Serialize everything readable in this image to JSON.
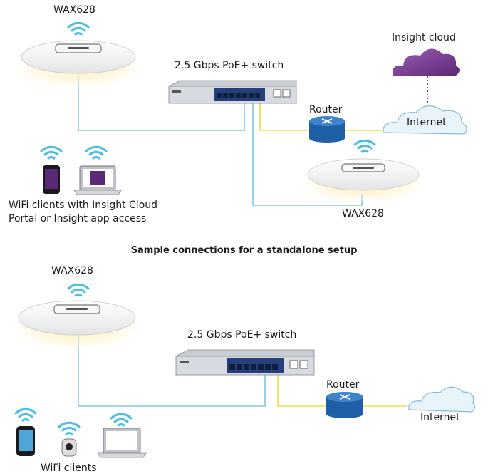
{
  "top": {
    "ap_label": "WAX628",
    "switch_label": "2.5 Gbps PoE+ switch",
    "cloud_label": "Insight cloud",
    "router_label": "Router",
    "internet_label": "Internet",
    "ap2_label": "WAX628",
    "clients_label": "WiFi clients with Insight Cloud\nPortal or Insight app access"
  },
  "bottom": {
    "heading": "Sample connections for a standalone setup",
    "ap_label": "WAX628",
    "switch_label": "2.5 Gbps PoE+ switch",
    "router_label": "Router",
    "internet_label": "Internet",
    "clients_label": "WiFi clients"
  },
  "colors": {
    "ethernet_link": "#7fc6e6",
    "uplink": "#f2e25a",
    "cloud_link": "#7a3d91",
    "wifi": "#46bfe0",
    "router": "#1f5fa8",
    "switch_panel": "#253f7a",
    "insight_cloud": "#7a3d91",
    "internet_cloud": "#e9f3fa"
  }
}
